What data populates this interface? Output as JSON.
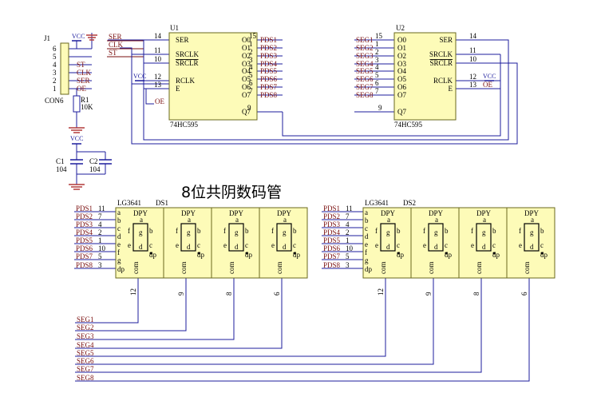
{
  "colors": {
    "wire": "#1c1c9c",
    "net": "#7a0f0f",
    "chip_fill": "#fdfbb8",
    "chip_stroke": "#6a6a1e",
    "text": "#000000",
    "ground": "#b23a3a"
  },
  "title": "8位共阴数码管",
  "connector": {
    "ref": "J1",
    "type": "CON6",
    "vcc": "VCC",
    "pins": [
      "6",
      "5",
      "4",
      "3",
      "2",
      "1"
    ],
    "signals": [
      "ST",
      "CLK",
      "SER",
      "OE"
    ]
  },
  "resistor": {
    "ref": "R1",
    "value": "10K"
  },
  "caps": {
    "vcc": "VCC",
    "c1": {
      "ref": "C1",
      "value": "104"
    },
    "c2": {
      "ref": "C2",
      "value": "104"
    }
  },
  "input_nets": [
    "SER",
    "CLK",
    "ST"
  ],
  "u1": {
    "ref": "U1",
    "part": "74HC595",
    "vcc": "VCC",
    "oe": "OE",
    "left_pins": [
      {
        "name": "SER",
        "num": "14"
      },
      {
        "name": "SRCLK",
        "num": "11"
      },
      {
        "name": "SRCLR",
        "num": "10"
      },
      {
        "name": "RCLK",
        "num": "12"
      },
      {
        "name": "E",
        "num": "13"
      }
    ],
    "outputs": [
      {
        "name": "O0",
        "num": "15",
        "net": "PDS1"
      },
      {
        "name": "O1",
        "num": "1",
        "net": "PDS2"
      },
      {
        "name": "O2",
        "num": "2",
        "net": "PDS3"
      },
      {
        "name": "O3",
        "num": "3",
        "net": "PDS4"
      },
      {
        "name": "O4",
        "num": "4",
        "net": "PDS5"
      },
      {
        "name": "O5",
        "num": "5",
        "net": "PDS6"
      },
      {
        "name": "O6",
        "num": "6",
        "net": "PDS7"
      },
      {
        "name": "O7",
        "num": "7",
        "net": "PDS8"
      }
    ],
    "q7": {
      "name": "Q7",
      "num": "9"
    }
  },
  "u2": {
    "ref": "U2",
    "part": "74HC595",
    "vcc": "VCC",
    "oe": "OE",
    "outputs": [
      {
        "name": "O0",
        "num": "15",
        "net": "SEG1"
      },
      {
        "name": "O1",
        "num": "1",
        "net": "SEG2"
      },
      {
        "name": "O2",
        "num": "2",
        "net": "SEG3"
      },
      {
        "name": "O3",
        "num": "3",
        "net": "SEG4"
      },
      {
        "name": "O4",
        "num": "4",
        "net": "SEG5"
      },
      {
        "name": "O5",
        "num": "5",
        "net": "SEG6"
      },
      {
        "name": "O6",
        "num": "6",
        "net": "SEG7"
      },
      {
        "name": "O7",
        "num": "7",
        "net": "SEG8"
      }
    ],
    "right_pins": [
      {
        "name": "SER",
        "num": "14"
      },
      {
        "name": "SRCLK",
        "num": "11"
      },
      {
        "name": "SRCLR",
        "num": "10"
      },
      {
        "name": "RCLK",
        "num": "12"
      },
      {
        "name": "E",
        "num": "13"
      }
    ],
    "q7": {
      "name": "Q7",
      "num": "9"
    }
  },
  "displays": [
    {
      "ref": "DS1",
      "part": "LG3641",
      "com_pins": [
        "12",
        "9",
        "8",
        "6"
      ],
      "segs": [
        "SEG1",
        "SEG2",
        "SEG3",
        "SEG4"
      ]
    },
    {
      "ref": "DS2",
      "part": "LG3641",
      "com_pins": [
        "12",
        "9",
        "8",
        "6"
      ],
      "segs": [
        "SEG5",
        "SEG6",
        "SEG7",
        "SEG8"
      ]
    }
  ],
  "display_inputs": [
    {
      "net": "PDS1",
      "num": "11"
    },
    {
      "net": "PDS2",
      "num": "7"
    },
    {
      "net": "PDS3",
      "num": "4"
    },
    {
      "net": "PDS4",
      "num": "2"
    },
    {
      "net": "PDS5",
      "num": "1"
    },
    {
      "net": "PDS6",
      "num": "10"
    },
    {
      "net": "PDS7",
      "num": "5"
    },
    {
      "net": "PDS8",
      "num": "3"
    }
  ],
  "seg_letters": [
    "a",
    "b",
    "c",
    "d",
    "e",
    "f",
    "g",
    "dp"
  ],
  "digit": {
    "header": "DPY",
    "com": "com",
    "inner": [
      "a",
      "f",
      "g",
      "b",
      "e",
      "c",
      "d",
      "dp"
    ]
  },
  "seg_buses": [
    "SEG1",
    "SEG2",
    "SEG3",
    "SEG4",
    "SEG5",
    "SEG6",
    "SEG7",
    "SEG8"
  ]
}
